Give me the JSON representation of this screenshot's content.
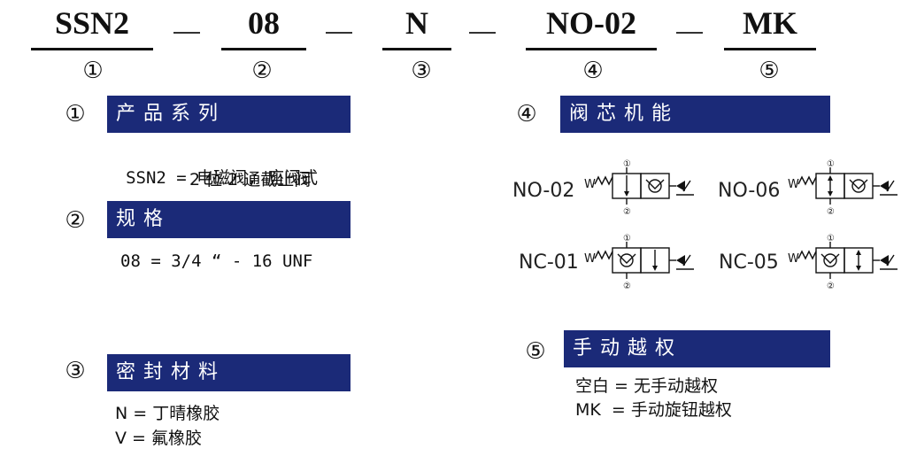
{
  "model_code": {
    "segments": [
      "SSN2",
      "08",
      "N",
      "NO-02",
      "MK"
    ],
    "dash": "—",
    "indices": [
      "①",
      "②",
      "③",
      "④",
      "⑤"
    ]
  },
  "sections": {
    "series": {
      "index": "①",
      "title": "产品系列",
      "lines": [
        "SSN2 = 电磁阀, 座阀式",
        "2 位 2 通截止阀"
      ]
    },
    "spec": {
      "index": "②",
      "title": "规格",
      "lines": [
        "08 = 3/4 “ - 16 UNF"
      ]
    },
    "seal": {
      "index": "③",
      "title": "密封材料",
      "lines": [
        "N = 丁晴橡胶",
        "V = 氟橡胶"
      ]
    },
    "function": {
      "index": "④",
      "title": "阀芯机能",
      "symbols": [
        {
          "label": "NO-02",
          "port_top": "①",
          "port_bottom": "②",
          "spring": "W"
        },
        {
          "label": "NO-06",
          "port_top": "①",
          "port_bottom": "②",
          "spring": "W"
        },
        {
          "label": "NC-01",
          "port_top": "①",
          "port_bottom": "②",
          "spring": "W"
        },
        {
          "label": "NC-05",
          "port_top": "①",
          "port_bottom": "②",
          "spring": "W"
        }
      ]
    },
    "override": {
      "index": "⑤",
      "title": "手动越权",
      "lines": [
        "空白 = 无手动越权",
        "MK  = 手动旋钮越权"
      ]
    }
  },
  "colors": {
    "header_bar": "#1b2a78",
    "header_text": "#ffffff",
    "ink": "#111111"
  }
}
